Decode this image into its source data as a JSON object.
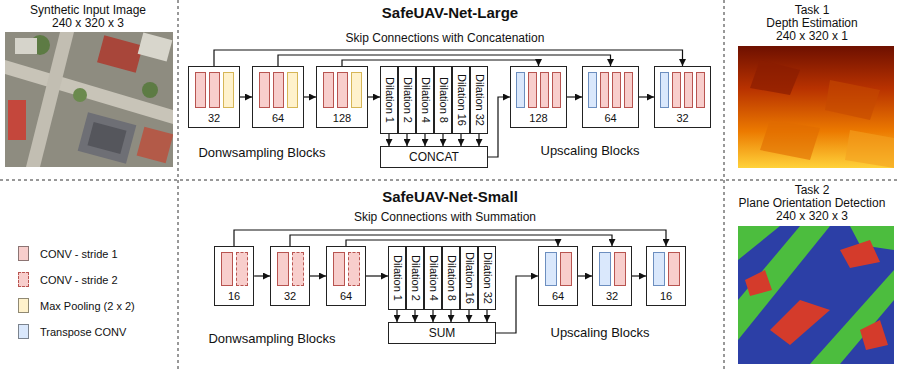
{
  "diagram": {
    "nodes": [
      {
        "text": [
          "32"
        ]
      },
      {
        "text": [
          "64"
        ]
      },
      {
        "text": [
          "128"
        ]
      },
      {
        "text": [
          "Dilation 1"
        ]
      },
      {
        "text": [
          "Dilation 2"
        ]
      },
      {
        "text": [
          "Dilation 4"
        ]
      },
      {
        "text": [
          "Dilation 8"
        ]
      },
      {
        "text": [
          "Dilation 16"
        ]
      },
      {
        "text": [
          "Dilation 32"
        ]
      },
      {
        "text": [
          "CONCAT"
        ]
      },
      {
        "text": [
          "128"
        ]
      },
      {
        "text": [
          "64"
        ]
      },
      {
        "text": [
          "32"
        ]
      },
      {
        "text": [
          "16"
        ]
      },
      {
        "text": [
          "32"
        ]
      },
      {
        "text": [
          "64"
        ]
      },
      {
        "text": [
          "Dilation 1"
        ]
      },
      {
        "text": [
          "Dilation 2"
        ]
      },
      {
        "text": [
          "Dilation 4"
        ]
      },
      {
        "text": [
          "Dilation 8"
        ]
      },
      {
        "text": [
          "Dilation 16"
        ]
      },
      {
        "text": [
          "Dilation 32"
        ]
      },
      {
        "text": [
          "SUM"
        ]
      },
      {
        "text": [
          "64"
        ]
      },
      {
        "text": [
          "32"
        ]
      },
      {
        "text": [
          "16"
        ]
      }
    ],
    "edges": [
      {
        "from": 0,
        "to": 1,
        "arrow": "to"
      },
      {
        "from": 1,
        "to": 2,
        "arrow": "to"
      },
      {
        "from": 2,
        "to": 3,
        "arrow": "to"
      },
      {
        "from": 3,
        "to": 9,
        "arrow": "to"
      },
      {
        "from": 4,
        "to": 9,
        "arrow": "to"
      },
      {
        "from": 5,
        "to": 9,
        "arrow": "to"
      },
      {
        "from": 6,
        "to": 9,
        "arrow": "to"
      },
      {
        "from": 7,
        "to": 9,
        "arrow": "to"
      },
      {
        "from": 8,
        "to": 9,
        "arrow": "to"
      },
      {
        "from": 9,
        "to": 10,
        "arrow": "to"
      },
      {
        "from": 10,
        "to": 11,
        "arrow": "to"
      },
      {
        "from": 11,
        "to": 12,
        "arrow": "to"
      },
      {
        "from": 0,
        "to": 12,
        "arrow": "to"
      },
      {
        "from": 1,
        "to": 11,
        "arrow": "to"
      },
      {
        "from": 2,
        "to": 10,
        "arrow": "to"
      },
      {
        "from": 13,
        "to": 14,
        "arrow": "to"
      },
      {
        "from": 14,
        "to": 15,
        "arrow": "to"
      },
      {
        "from": 15,
        "to": 16,
        "arrow": "to"
      },
      {
        "from": 16,
        "to": 22,
        "arrow": "to"
      },
      {
        "from": 17,
        "to": 22,
        "arrow": "to"
      },
      {
        "from": 18,
        "to": 22,
        "arrow": "to"
      },
      {
        "from": 19,
        "to": 22,
        "arrow": "to"
      },
      {
        "from": 20,
        "to": 22,
        "arrow": "to"
      },
      {
        "from": 21,
        "to": 22,
        "arrow": "to"
      },
      {
        "from": 22,
        "to": 23,
        "arrow": "to"
      },
      {
        "from": 23,
        "to": 24,
        "arrow": "to"
      },
      {
        "from": 24,
        "to": 25,
        "arrow": "to"
      },
      {
        "from": 13,
        "to": 25,
        "arrow": "to"
      },
      {
        "from": 14,
        "to": 24,
        "arrow": "to"
      },
      {
        "from": 15,
        "to": 23,
        "arrow": "to"
      }
    ],
    "labels": [
      "Synthetic Input Image",
      "240 x 320 x 3",
      "SafeUAV-Net-Large",
      "Skip Connections with Concatenation",
      "Donwsampling Blocks",
      "Upscaling Blocks",
      "Task 1",
      "Depth Estimation",
      "240 x 320 x 1",
      "SafeUAV-Net-Small",
      "Skip Connections with Summation",
      "Donwsampling Blocks",
      "Upscaling Blocks",
      "Task 2",
      "Plane Orientation Detection",
      "240 x 320 x 3"
    ],
    "legend": [
      {
        "text": "CONV - stride 1",
        "color": "#f8cecc"
      },
      {
        "text": "CONV - stride 2"
      },
      {
        "text": "Max Pooling (2 x 2)",
        "color": "#fff2cc"
      },
      {
        "text": "Transpose CONV",
        "color": "#dae8fc"
      }
    ]
  }
}
